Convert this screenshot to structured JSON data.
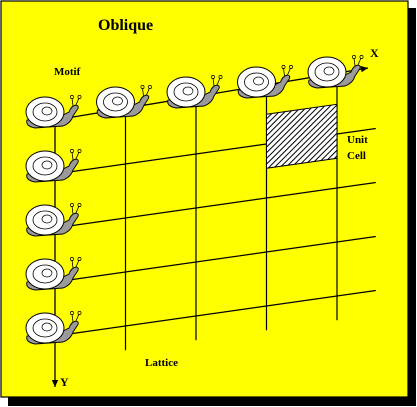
{
  "title": "Oblique",
  "labels": {
    "motif": "Motif",
    "x_axis": "X",
    "y_axis": "Y",
    "unit_cell_line1": "Unit",
    "unit_cell_line2": "Cell",
    "lattice": "Lattice"
  },
  "lattice": {
    "columns": 5,
    "rows": 5
  },
  "icons": {
    "motif": "snail-icon"
  },
  "colors": {
    "background": "#FFFF00",
    "frame": "#000000",
    "shadow": "#000000",
    "lines": "#000000",
    "snail_shell": "#FFFFFF",
    "snail_body": "#9A9A9A"
  }
}
